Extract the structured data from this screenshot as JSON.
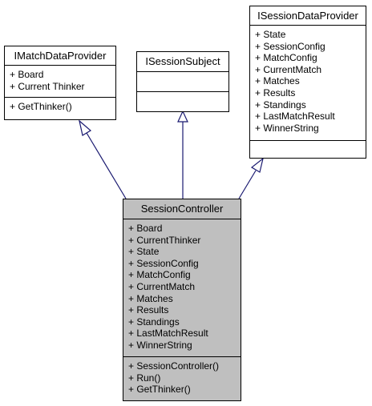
{
  "classes": {
    "match_provider": {
      "name": "IMatchDataProvider",
      "attributes": [
        "+ Board",
        "+ Current Thinker"
      ],
      "methods": [
        "+ GetThinker()"
      ]
    },
    "session_subject": {
      "name": "ISessionSubject",
      "attributes": [],
      "methods": []
    },
    "session_provider": {
      "name": "ISessionDataProvider",
      "attributes": [
        "+ State",
        "+ SessionConfig",
        "+ MatchConfig",
        "+ CurrentMatch",
        "+ Matches",
        "+ Results",
        "+ Standings",
        "+ LastMatchResult",
        "+ WinnerString"
      ],
      "methods": []
    },
    "session_controller": {
      "name": "SessionController",
      "attributes": [
        "+ Board",
        "+ CurrentThinker",
        "+ State",
        "+ SessionConfig",
        "+ MatchConfig",
        "+ CurrentMatch",
        "+ Matches",
        "+ Results",
        "+ Standings",
        "+ LastMatchResult",
        "+ WinnerString"
      ],
      "methods": [
        "+ SessionController()",
        "+ Run()",
        "+ GetThinker()"
      ]
    }
  },
  "colors": {
    "edge": "#191970",
    "highlight_fill": "#bfbfbf",
    "border": "#000000"
  }
}
